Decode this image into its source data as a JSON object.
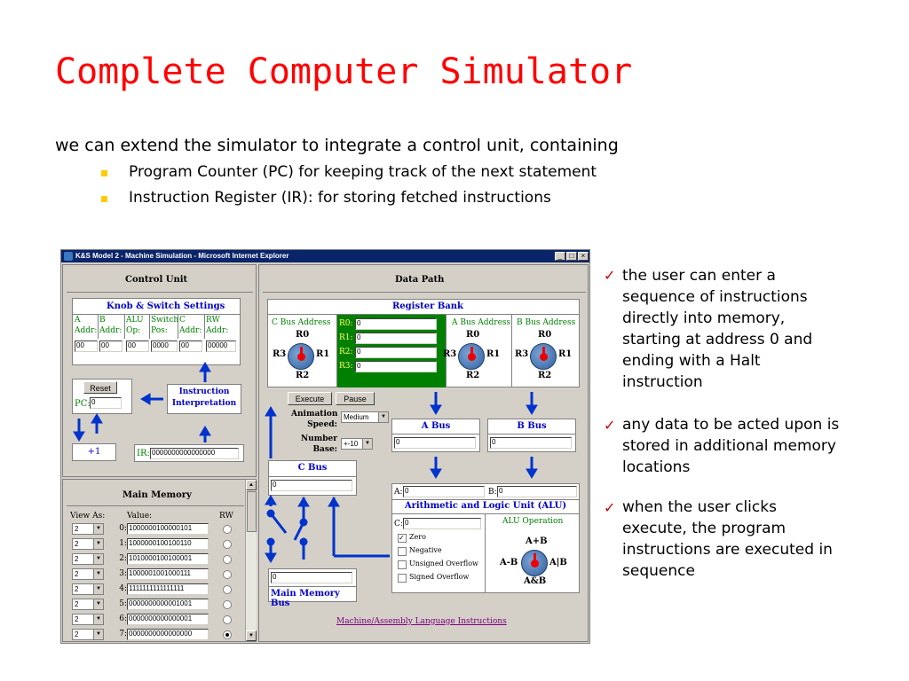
{
  "slide": {
    "title": "Complete Computer Simulator",
    "intro": "we can extend the simulator to integrate a control unit, containing",
    "bullets": [
      "Program Counter (PC) for keeping track of the next statement",
      "Instruction Register (IR): for storing fetched instructions"
    ],
    "notes": [
      [
        "the user can enter a",
        "sequence of instructions",
        "directly into memory,",
        "starting at address 0 and",
        "ending with a Halt",
        "instruction"
      ],
      [
        "any data to be acted upon is",
        "stored in additional memory",
        "locations"
      ],
      [
        "when the user clicks",
        "execute, the program",
        "instructions are executed in",
        "sequence"
      ]
    ],
    "check_glyph": "✓",
    "colors": {
      "title": "#ff0000",
      "bullet": "#ffcc00",
      "check": "#cc0000"
    }
  },
  "window": {
    "title": "K&S Model 2 - Machine Simulation - Microsoft Internet Explorer",
    "control_unit": {
      "title": "Control Unit",
      "knob_switch": {
        "title": "Knob & Switch Settings",
        "columns": [
          {
            "l1": "A",
            "l2": "Addr:",
            "value": "00"
          },
          {
            "l1": "B",
            "l2": "Addr:",
            "value": "00"
          },
          {
            "l1": "ALU",
            "l2": "Op:",
            "value": "00"
          },
          {
            "l1": "Switch",
            "l2": "Pos:",
            "value": "0000"
          },
          {
            "l1": "C",
            "l2": "Addr:",
            "value": "00"
          },
          {
            "l1": "RW",
            "l2": "Addr:",
            "value": "00000"
          }
        ]
      },
      "reset_label": "Reset",
      "pc_label": "PC:",
      "pc_value": "0",
      "instruction_interpretation": [
        "Instruction",
        "Interpretation"
      ],
      "plus_one": "+1",
      "ir_label": "IR:",
      "ir_value": "0000000000000000"
    },
    "main_memory": {
      "title": "Main Memory",
      "view_as": "View As:",
      "value": "Value:",
      "rw": "RW",
      "rows": [
        {
          "view": "2",
          "addr": "0:",
          "value": "1000000100000101",
          "rw": false
        },
        {
          "view": "2",
          "addr": "1:",
          "value": "1000000100100110",
          "rw": false
        },
        {
          "view": "2",
          "addr": "2:",
          "value": "1010000100100001",
          "rw": false
        },
        {
          "view": "2",
          "addr": "3:",
          "value": "1000001001000111",
          "rw": false
        },
        {
          "view": "2",
          "addr": "4:",
          "value": "1111111111111111",
          "rw": false
        },
        {
          "view": "2",
          "addr": "5:",
          "value": "0000000000001001",
          "rw": false
        },
        {
          "view": "2",
          "addr": "6:",
          "value": "0000000000000001",
          "rw": false
        },
        {
          "view": "2",
          "addr": "7:",
          "value": "0000000000000000",
          "rw": true
        }
      ]
    },
    "data_path": {
      "title": "Data Path",
      "register_bank": {
        "title": "Register Bank",
        "c_bus_address": "C Bus Address",
        "a_bus_address": "A Bus Address",
        "b_bus_address": "B Bus Address",
        "registers": [
          {
            "name": "R0:",
            "value": "0"
          },
          {
            "name": "R1:",
            "value": "0"
          },
          {
            "name": "R2:",
            "value": "0"
          },
          {
            "name": "R3:",
            "value": "0"
          }
        ],
        "knob_labels": {
          "top": "R0",
          "left": "R3",
          "right": "R1",
          "bottom": "R2"
        },
        "colors": {
          "registers_bg": "#008000",
          "knob": "#2f5f9f",
          "needle": "#ee0000"
        }
      },
      "execute_label": "Execute",
      "pause_label": "Pause",
      "animation_speed": [
        "Animation",
        "Speed:"
      ],
      "speed_value": "Medium",
      "number_base": [
        "Number",
        "Base:"
      ],
      "base_value": "+-10",
      "a_bus": "A Bus",
      "a_bus_value": "0",
      "b_bus": "B Bus",
      "b_bus_value": "0",
      "c_bus": "C Bus",
      "c_bus_value": "0",
      "main_memory_bus": "Main Memory Bus",
      "main_memory_bus_value": "0",
      "alu": {
        "a_label": "A:",
        "a_value": "0",
        "b_label": "B:",
        "b_value": "0",
        "title": "Arithmetic and Logic Unit (ALU)",
        "c_label": "C:",
        "c_value": "0",
        "flags": [
          {
            "label": "Zero",
            "checked": true
          },
          {
            "label": "Negative",
            "checked": false
          },
          {
            "label": "Unsigned Overflow",
            "checked": false
          },
          {
            "label": "Signed Overflow",
            "checked": false
          }
        ],
        "operation_label": "ALU Operation",
        "op_labels": {
          "top": "A+B",
          "left": "A-B",
          "right": "A|B",
          "bottom": "A&B"
        }
      },
      "link": "Machine/Assembly Language Instructions",
      "colors": {
        "arrow": "#0033cc",
        "link": "#800080"
      }
    }
  }
}
